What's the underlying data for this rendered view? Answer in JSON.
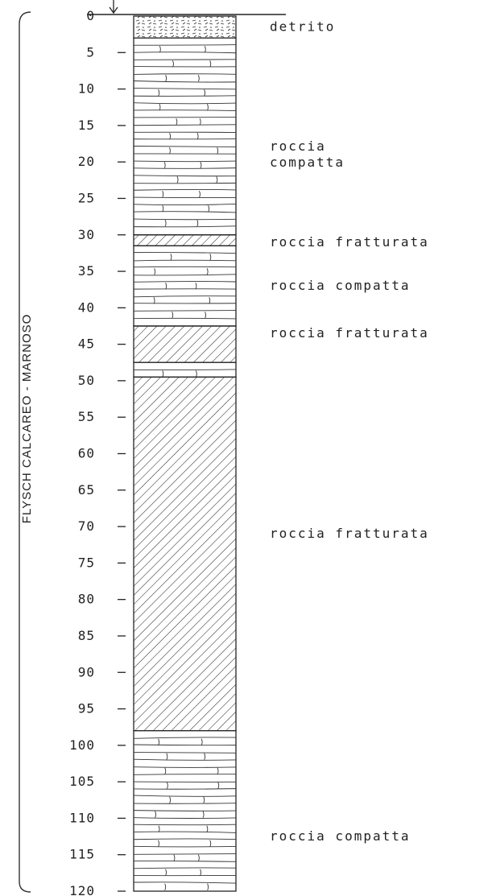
{
  "formation_label": "FLYSCH CALCAREO - MARNOSO",
  "depth_scale": {
    "min": 0,
    "max": 120,
    "ticks": [
      "0",
      "5",
      "10",
      "15",
      "20",
      "25",
      "30",
      "35",
      "40",
      "45",
      "50",
      "55",
      "60",
      "65",
      "70",
      "75",
      "80",
      "85",
      "90",
      "95",
      "100",
      "105",
      "110",
      "115",
      "120"
    ]
  },
  "layers": [
    {
      "from": 0,
      "to": 3,
      "type": "debris"
    },
    {
      "from": 3,
      "to": 30,
      "type": "compact"
    },
    {
      "from": 30,
      "to": 31.5,
      "type": "fractured"
    },
    {
      "from": 31.5,
      "to": 42.5,
      "type": "compact"
    },
    {
      "from": 42.5,
      "to": 47.5,
      "type": "fractured"
    },
    {
      "from": 47.5,
      "to": 49.5,
      "type": "compact"
    },
    {
      "from": 49.5,
      "to": 98,
      "type": "fractured"
    },
    {
      "from": 98,
      "to": 120,
      "type": "compact"
    }
  ],
  "descriptions": [
    {
      "depth": 1.5,
      "lines": [
        "detrito"
      ]
    },
    {
      "depth": 19,
      "lines": [
        "roccia",
        "compatta"
      ]
    },
    {
      "depth": 31,
      "lines": [
        "roccia fratturata"
      ]
    },
    {
      "depth": 37,
      "lines": [
        "roccia compatta"
      ]
    },
    {
      "depth": 43.5,
      "lines": [
        "roccia fratturata"
      ]
    },
    {
      "depth": 71,
      "lines": [
        "roccia fratturata"
      ]
    },
    {
      "depth": 112.5,
      "lines": [
        "roccia compatta"
      ]
    }
  ]
}
